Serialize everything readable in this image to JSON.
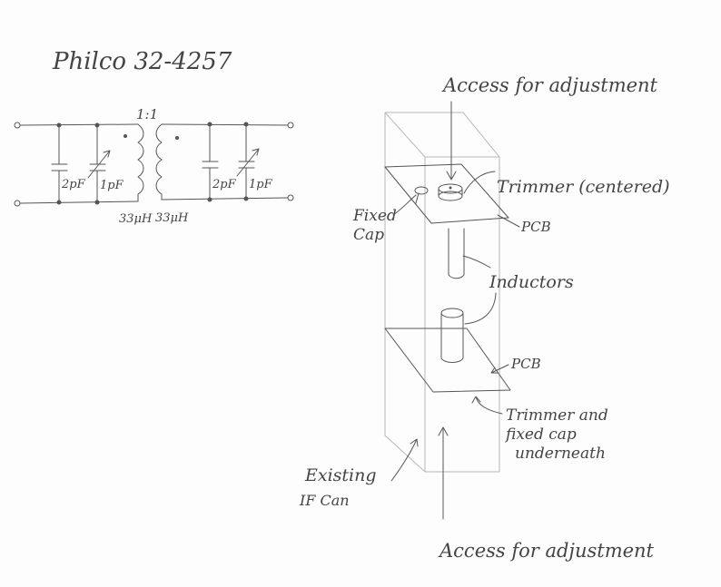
{
  "schematic": {
    "title": "Philco 32-4257",
    "ratio": "1:1",
    "cap_left_fixed": "2pF",
    "cap_left_trim": "1pF",
    "cap_right_fixed": "2pF",
    "cap_right_trim": "1pF",
    "ind_left": "33μH",
    "ind_right": "33μH"
  },
  "assembly": {
    "access_top": "Access for adjustment",
    "trimmer_label": "Trimmer (centered)",
    "fixed_cap_line1": "Fixed",
    "fixed_cap_line2": "Cap",
    "pcb_top": "PCB",
    "inductors": "Inductors",
    "pcb_bottom": "PCB",
    "underneath_line1": "Trimmer and",
    "underneath_line2": "fixed cap",
    "underneath_line3": "underneath",
    "existing_line1": "Existing",
    "existing_line2": "IF Can",
    "access_bottom": "Access for adjustment"
  }
}
